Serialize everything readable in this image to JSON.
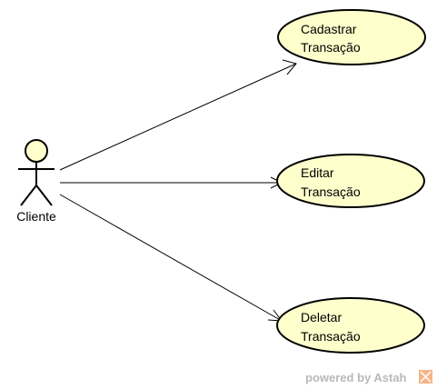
{
  "diagram": {
    "actor": {
      "name": "Cliente"
    },
    "use_cases": [
      {
        "line1": "Cadastrar",
        "line2": "Transação"
      },
      {
        "line1": "Editar",
        "line2": "Transação"
      },
      {
        "line1": "Deletar",
        "line2": "Transação"
      }
    ],
    "watermark": {
      "text": "powered by Astah"
    },
    "colors": {
      "use_case_fill": "#ffffcc",
      "actor_head_fill": "#ffffcc",
      "stroke": "#000000",
      "watermark_text": "#b9b9b9",
      "watermark_logo": "#f39c6b"
    }
  }
}
